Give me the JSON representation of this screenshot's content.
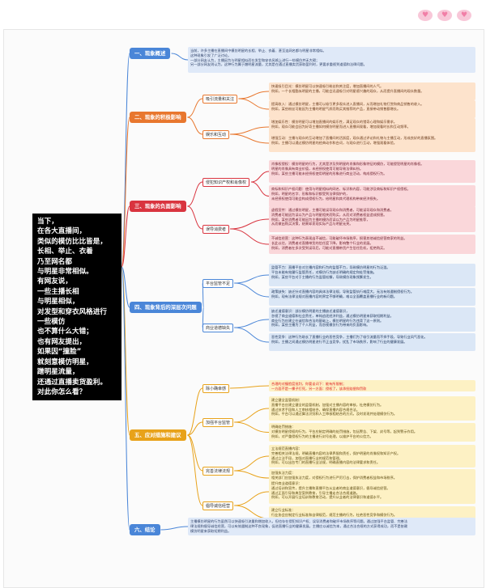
{
  "root": {
    "lines": [
      "当下，",
      "在各大直播间，",
      "类似的模仿比比皆是，",
      "长相、举止、衣着",
      "乃至网名都",
      "与明星非常相似。",
      "有网友说，",
      "一些主播长相",
      "与明星相似，",
      "对发型和穿衣风格进行",
      "一些模仿",
      "也不算什么大错；",
      "也有网友提出，",
      "如果因“撞脸”",
      "就刻意模仿明星，",
      "蹭明星流量，",
      "还通过直播卖货盈利。",
      "对此你怎么看？"
    ]
  },
  "sections": [
    {
      "label": "一、现象概述",
      "color": "#4a86d8",
      "leaves": [
        {
          "lines": [
            "当前，许多主播在直播间中模仿明星的长相、举止、衣着、甚至连网名都与明星非常相似。",
            "这种现象引发了广泛讨论。",
            "一部分网友认为，主播因为与明星相似而在发型和穿衣风格上进行一些模仿并无大碍；",
            "另一部分网友则认为，这种行为属于蹭明星流量，尤其是在通过直播卖货获取盈利时，更要求重视到道德和法律问题。"
          ]
        }
      ]
    },
    {
      "label": "二、现象的积极影响",
      "color": "#e8772e",
      "subs": [
        {
          "label": "吸引流量和关注",
          "leaves": [
            {
              "lines": [
                "快速吸引目光：模仿明星可以快速吸引粉丝和关注度，增加直播间的人气。",
                "例如，一个长相酷似明星的主播，可能会迅速吸引对明星感兴趣的观众，从而提升直播间的观众数量。"
              ]
            },
            {
              "lines": [
                "提高收入：通过模仿明星，主播可以吸引更多观众进入直播间，从而增加礼物打赏和商品销售的收入。",
                "例如，某些粉丝可能因为主播的明星气质而购买其推荐的产品，直接带动销售额增长。"
              ]
            }
          ]
        },
        {
          "label": "娱乐和互动",
          "leaves": [
            {
              "lines": [
                "增加娱乐性：模仿明星可以增加直播间的娱乐性，满足观众的猎奇心理和娱乐需求。",
                "例如，观众可能会因为好奇主播如何模仿明星而进入直播间观看，增加观看时长和互动频率。"
              ]
            },
            {
              "lines": [
                "增强互动：主播与观众的互动增加了直播间的活跃度，观众通过评论和礼物与主播互动，形成良好的直播氛围。",
                "例如，主播可以通过模仿明星的经典动作和台词，与观众进行互动，增强观看体验。"
              ]
            }
          ]
        }
      ]
    },
    {
      "label": "三、现象的负面影响",
      "color": "#d9343f",
      "subs": [
        {
          "label": "侵犯知识产权和肖像权",
          "leaves": [
            {
              "lines": [
                "肖像权侵权：模仿明星的行为，尤其是涉及到明星的肖像和形象特征的模仿，可能侵犯明星的肖像权。",
                "明星的肖像具有商业价值，未经授权使用可能导致法律纠纷。",
                "例如，某些主播可能未经授权使用明星的形象进行商业活动，构成侵权行为。"
              ]
            },
            {
              "lines": [
                "商标和知识产权问题：使用与明星相似的网名、标识和内容，可能涉及商标和知识产权侵权。",
                "例如，明星的名字、形象和标识都受到法律保护的，",
                "未经授权使用可能会构成侵权行为，给明星和其代理机构带来经济损失。"
              ]
            }
          ]
        },
        {
          "label": "误导消费者",
          "leaves": [
            {
              "lines": [
                "虚假宣传：通过模仿明星，主播可能误导观众和消费者，可能误导观众和消费者。",
                "消费者可能因为误以为产品与明星相关而购买，从而对消费者权益造成损害。",
                "例如，某些消费者可能因为主播的模仿而误以为产品为明星推荐，",
                "从而做出购买决策，结果却发现实际产品与明星无关。"
              ]
            },
            {
              "lines": [
                "不诚信经营：这种行为表现出不诚信，可能破坏市场秩序，损害其他诚信经营商家的利益。",
                "长此以往，消费者对直播带货的信任度下降，影响整个行业的发展。",
                "例如，消费者在多次受到误导后，可能对直播带货产生信任危机，拒绝购买。"
              ]
            }
          ]
        }
      ]
    },
    {
      "label": "四、现象背后的深层次问题",
      "color": "#4a86d8",
      "subs": [
        {
          "label": "平台监管不足",
          "leaves": [
            {
              "lines": [
                "监管不力：直播平台对主播内容和行为的监管不力，导致模仿明星的行为泛滥。",
                "平台未能有效履行监管责任，对模仿行为缺乏明确的规定和处罚措施。",
                "例如，某些平台对于主播的行为监管松懈，导致模仿现象频繁发生。"
              ]
            },
            {
              "lines": [
                "政策缺失：缺乏针对直播内容的具体法律法规，导致监管执行难度大，无法有效遏制侵权行为。",
                "例如，现有法律法规对直播内容的界定不够明确，难以全面覆盖直播行业的新问题。"
              ]
            }
          ]
        },
        {
          "label": "商业道德缺失",
          "leaves": [
            {
              "lines": [
                "缺乏道德意识：部分模仿明星的主播缺乏道德意识，",
                "忽视了商业道德和社会责任，单纯追逐经济利益，通过模仿明星来获取短期利益。",
                "商业行为应建立在诚信和合法的基础上，模仿明星的行为违背了这一原则。",
                "例如，某些主播为了个人利益，而忽视模仿行为带来的负面影响。"
              ]
            },
            {
              "lines": [
                "恶性竞争：这种行为助长了直播行业的恶性竞争，主播们为了吸引流量而不择手段，导致行业风气恶化。",
                "例如，主播之间通过模仿明星进行不正当竞争，扰乱了市场秩序，影响了行业的健康发展。"
              ]
            }
          ]
        }
      ]
    },
    {
      "label": "五、应对措施和建议",
      "color": "#e8a21a",
      "subs": [
        {
          "label": "除小确幸感",
          "leaves": [
            {
              "lines": [
                "合理的对撞脸度批判，你要谈词下：能有所限制；",
                "一方面不是一棵子打死，另一方面：侵权了，该承担赔偿和罚款"
              ],
              "red": true
            }
          ]
        },
        {
          "label": "加强平台监管",
          "leaves": [
            {
              "lines": [
                "建立健全监管机制：",
                "直播平台应建立健全的监管机制，加强对主播内容的审核，杜绝模仿行为。",
                "通过技术手段和人工审核相结合，确保直播内容合规合法。",
                "例如，平台可以通过算法识别和人工审核相结合的方式，及时发现并处理模仿行为。"
              ]
            },
            {
              "lines": [
                "明确处罚措施：",
                "对模仿明星侵权的行为，平台应制定明确的处罚措施，包括警告、下架、封号等，起到警示作用。",
                "例如，对严重侵权行为的主播进行封号处理，以维护平台的公信力。"
              ]
            }
          ]
        },
        {
          "label": "完善法律法规",
          "leaves": [
            {
              "lines": [
                "立法规范直播内容：",
                "完善相关法律法规，明确直播内容的法律界限和责任，保护明星的肖像权和知识产权。",
                "通过立法手段，加强对直播行业的规范和管理。",
                "例如，可以出台专门的直播行业法规，明确直播内容的法律要求和责任。"
              ]
            },
            {
              "lines": [
                "加强执法力度：",
                "相关部门应加强执法力度，对侵权行为进行严厉打击，保护消费者权益和市场秩序。",
                "例如，对模仿行为进行专项整治，确保法律法规的有效实施。"
              ]
            }
          ]
        },
        {
          "label": "倡导诚信经营",
          "leaves": [
            {
              "lines": [
                "提升商业道德意识：",
                "通过培训和宣传，提升主播和直播平台从业者的商业道德意识，倡导诚信经营。",
                "通过正面引导和典型案例教育，引导主播走合法合规道路。",
                "例如，可以开展行业培训和教育活动，提升从业者的法律意识和道德水平。"
              ]
            },
            {
              "lines": [
                "建立行业标准：",
                "行业协会应制定行业标准和自律规范，规范主播的行为，杜绝恶性竞争和模仿行为。",
                "通过行业自律，提升直播行业的整体形象和信誉。",
                "例如，可以制定直播行业的自律公约，明确从业者的行为规范和道德准则。"
              ]
            }
          ]
        }
      ]
    },
    {
      "label": "六、结论",
      "color": "#4a86d8",
      "leaves": [
        {
          "lines": [
            "主播模仿明星的行为虽然可以快速吸引流量和增加收入，但也存在侵犯知识产权、误导消费者和破坏市场秩序等问题。通过加强平台监管、完善法",
            "律法规和倡导诚信经营，可以有效遏制这种不良现象，促进直播行业的健康发展。主播应以诚信为本，通过合法合规的方式获得成功，而不是依赖",
            "模仿明星来获取短期利益。"
          ]
        }
      ]
    }
  ]
}
